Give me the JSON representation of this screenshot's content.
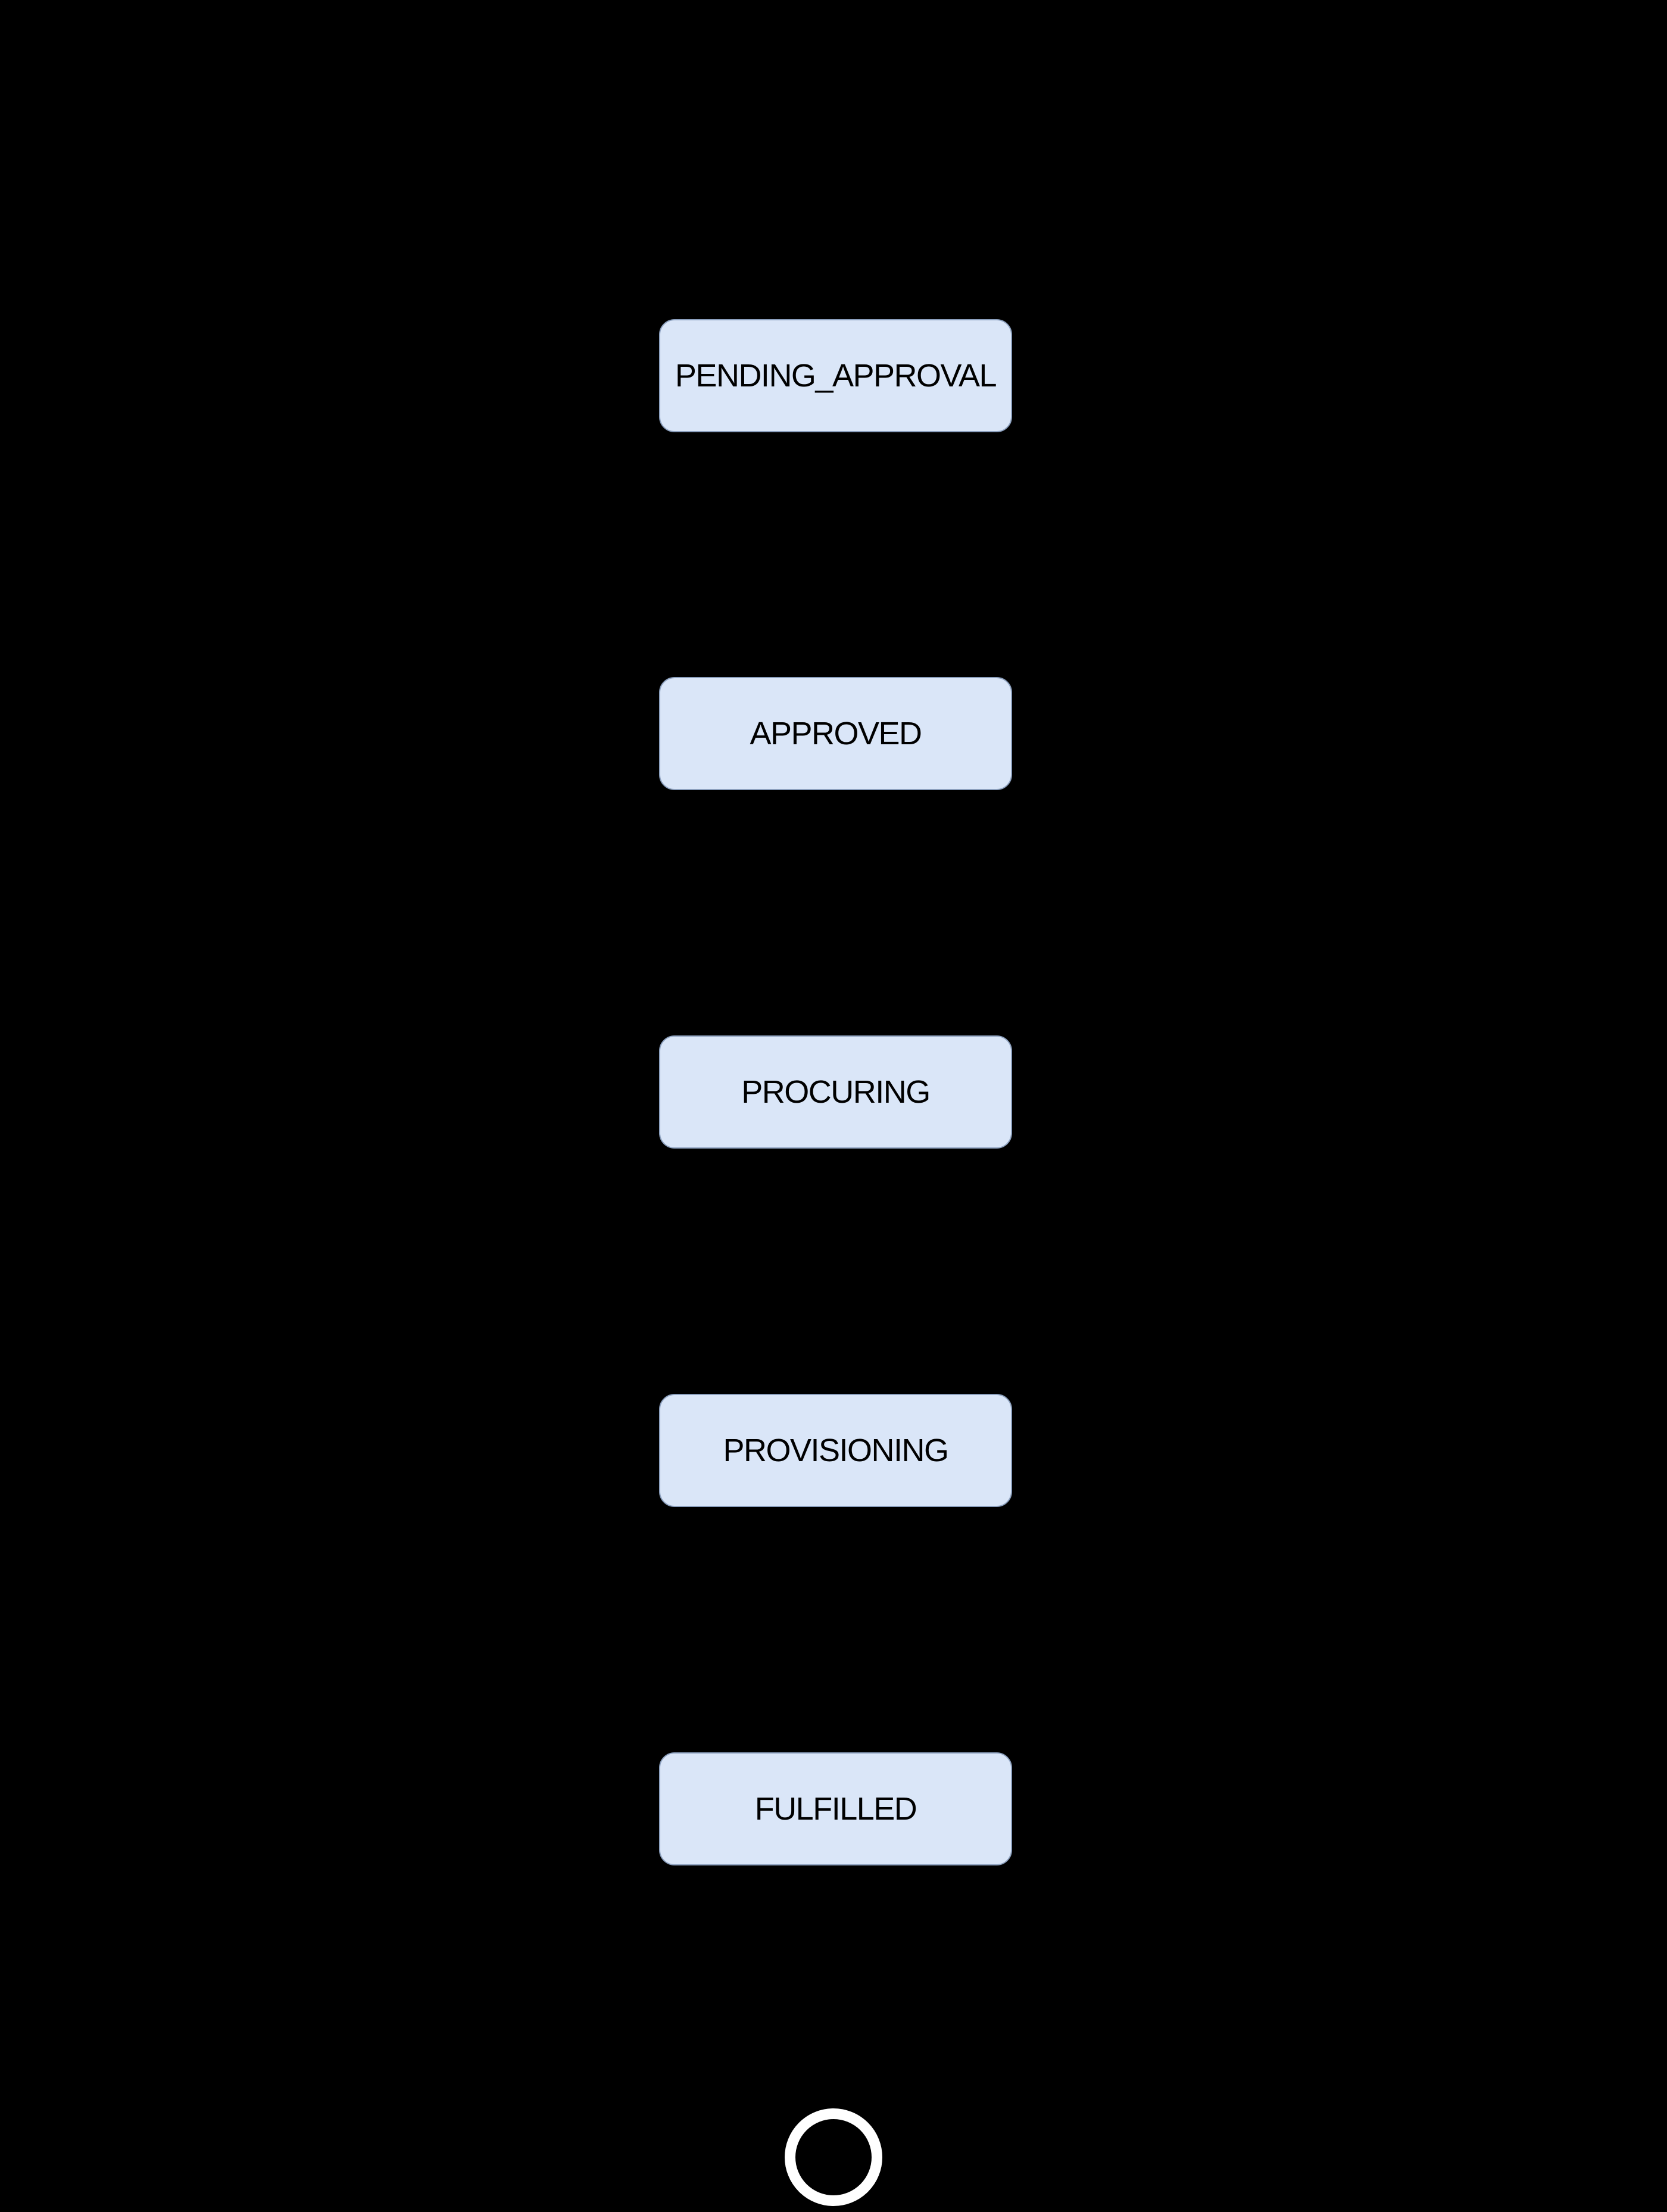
{
  "diagram": {
    "type": "state-flow-diagram",
    "background_color": "#000000",
    "node_style": {
      "fill": "#DAE6F8",
      "border_color": "#8CA0BE",
      "text_color": "#000000"
    },
    "states": [
      {
        "id": "pending-approval",
        "label": "PENDING_APPROVAL"
      },
      {
        "id": "approved",
        "label": "APPROVED"
      },
      {
        "id": "procuring",
        "label": "PROCURING"
      },
      {
        "id": "provisioning",
        "label": "PROVISIONING"
      },
      {
        "id": "fulfilled",
        "label": "FULFILLED"
      }
    ],
    "end_state": {
      "marker": "final-state-ring",
      "ring_color": "#FFFFFF"
    }
  }
}
